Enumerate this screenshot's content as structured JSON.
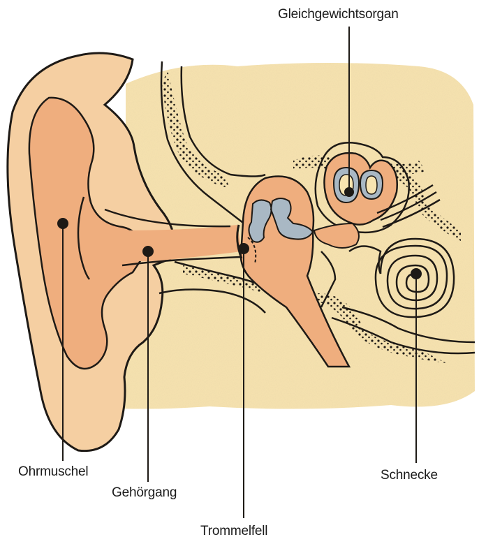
{
  "labels": {
    "gleichgewichtsorgan": "Gleichgewichtsorgan",
    "ohrmuschel": "Ohrmuschel",
    "gehoergang": "Gehörgang",
    "trommelfell": "Trommelfell",
    "schnecke": "Schnecke"
  },
  "colors": {
    "background": "#ffffff",
    "bone": "#f8e4b0",
    "skin": "#f5cfa2",
    "tissue": "#efae7e",
    "ossicles": "#a9b8c4",
    "outline": "#1e1a16"
  }
}
